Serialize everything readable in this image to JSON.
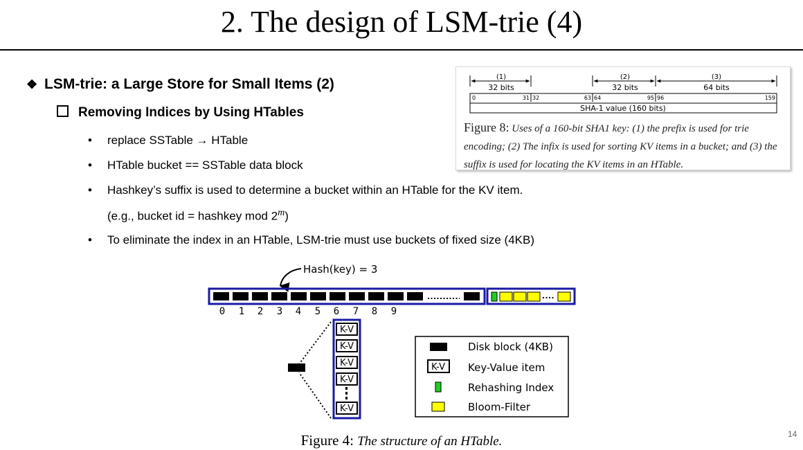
{
  "slide": {
    "title": "2. The design of LSM-trie (4)",
    "heading": "LSM-trie: a Large Store for Small Items (2)",
    "subheading": "Removing Indices by Using HTables",
    "bullets": [
      "replace SSTable → HTable",
      "HTable bucket == SSTable data block",
      "Hashkey’s suffix is used to determine a bucket within an HTable for the KV item."
    ],
    "bullet3_cont": "(e.g., bucket id = hashkey mod 2",
    "bullet3_exp": "m",
    "bullet3_close": ")",
    "bullet4": "To eliminate the index in an HTable, LSM-trie must use buckets of fixed size (4KB)",
    "page_number": "14"
  },
  "figure8": {
    "parts": [
      {
        "num": "(1)",
        "label": "32 bits",
        "start": "0",
        "end": "31"
      },
      {
        "num": "(2)",
        "label": "32 bits",
        "start": "32",
        "end": "63"
      },
      {
        "num": "(3)",
        "label": "64 bits",
        "start": "64",
        "end": "95"
      }
    ],
    "tick_96": "96",
    "tick_159": "159",
    "bar_label": "SHA-1 value (160 bits)",
    "caption_label": "Figure 8:",
    "caption_text": "Uses of a 160-bit SHA1 key: (1) the prefix is used for trie encoding; (2) The infix is used for sorting KV items in a bucket; and (3) the suffix is used for locating the KV items in an HTable."
  },
  "figure4": {
    "hash_label": "Hash(key) = 3",
    "bucket_numbers": [
      "0",
      "1",
      "2",
      "3",
      "4",
      "5",
      "6",
      "7",
      "8",
      "9"
    ],
    "kv_label": "K-V",
    "legend": [
      {
        "label": "Disk block (4KB)",
        "icon": "black-block"
      },
      {
        "label": "Key-Value item",
        "icon": "kv-box"
      },
      {
        "label": "Rehashing Index",
        "icon": "green-block"
      },
      {
        "label": "Bloom-Filter",
        "icon": "yellow-block"
      }
    ],
    "caption_label": "Figure 4:",
    "caption_text": "The structure of an HTable.",
    "colors": {
      "frame": "#1a1aa6",
      "block": "#000000",
      "rehash": "#22cc22",
      "bloom": "#ffff00"
    }
  }
}
